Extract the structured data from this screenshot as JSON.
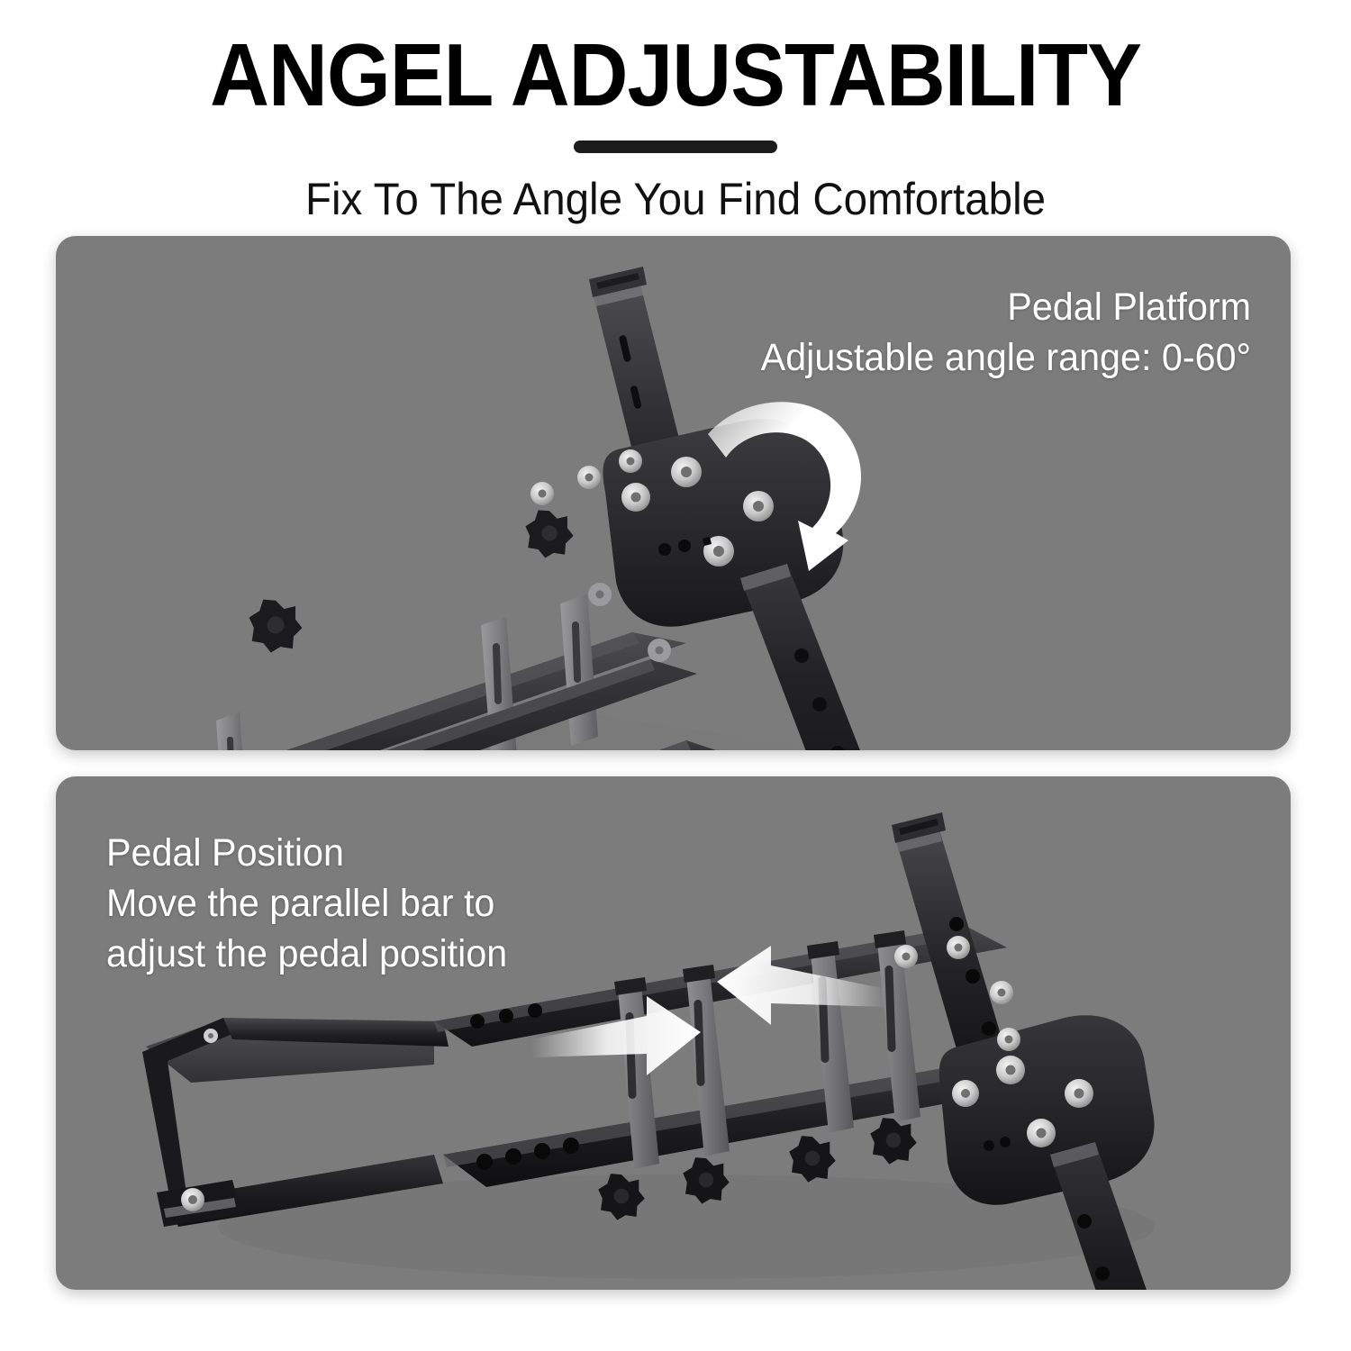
{
  "header": {
    "title": "ANGEL ADJUSTABILITY",
    "subtitle": "Fix To The Angle You Find Comfortable",
    "divider_color": "#1b1b1b",
    "title_color": "#000000"
  },
  "panels": [
    {
      "id": "panel-top",
      "background_color": "#7c7c7c",
      "callout_align": "right",
      "callout": {
        "heading": "Pedal Platform",
        "detail": "Adjustable angle range: 0-60°"
      },
      "annotation_icon": "curved-rotation-arrow-icon",
      "product": "pedal-platform-frame-angled"
    },
    {
      "id": "panel-bottom",
      "background_color": "#7c7c7c",
      "callout_align": "left",
      "callout": {
        "heading": "Pedal Position",
        "detail_line_1": "Move the parallel bar to",
        "detail_line_2": "adjust the pedal position"
      },
      "annotation_icon": "converging-arrows-icon",
      "product": "pedal-position-frame-sliding-bars"
    }
  ],
  "colors": {
    "panel_gray": "#7c7c7c",
    "metal_black": "#1d1d1f",
    "metal_dark": "#2b2b2e",
    "metal_mid": "#4a4a4d",
    "metal_light_gray": "#8e8e90",
    "bolt_silver": "#d8d8d8",
    "arrow_white": "#ffffff",
    "text_white": "#ffffff"
  }
}
